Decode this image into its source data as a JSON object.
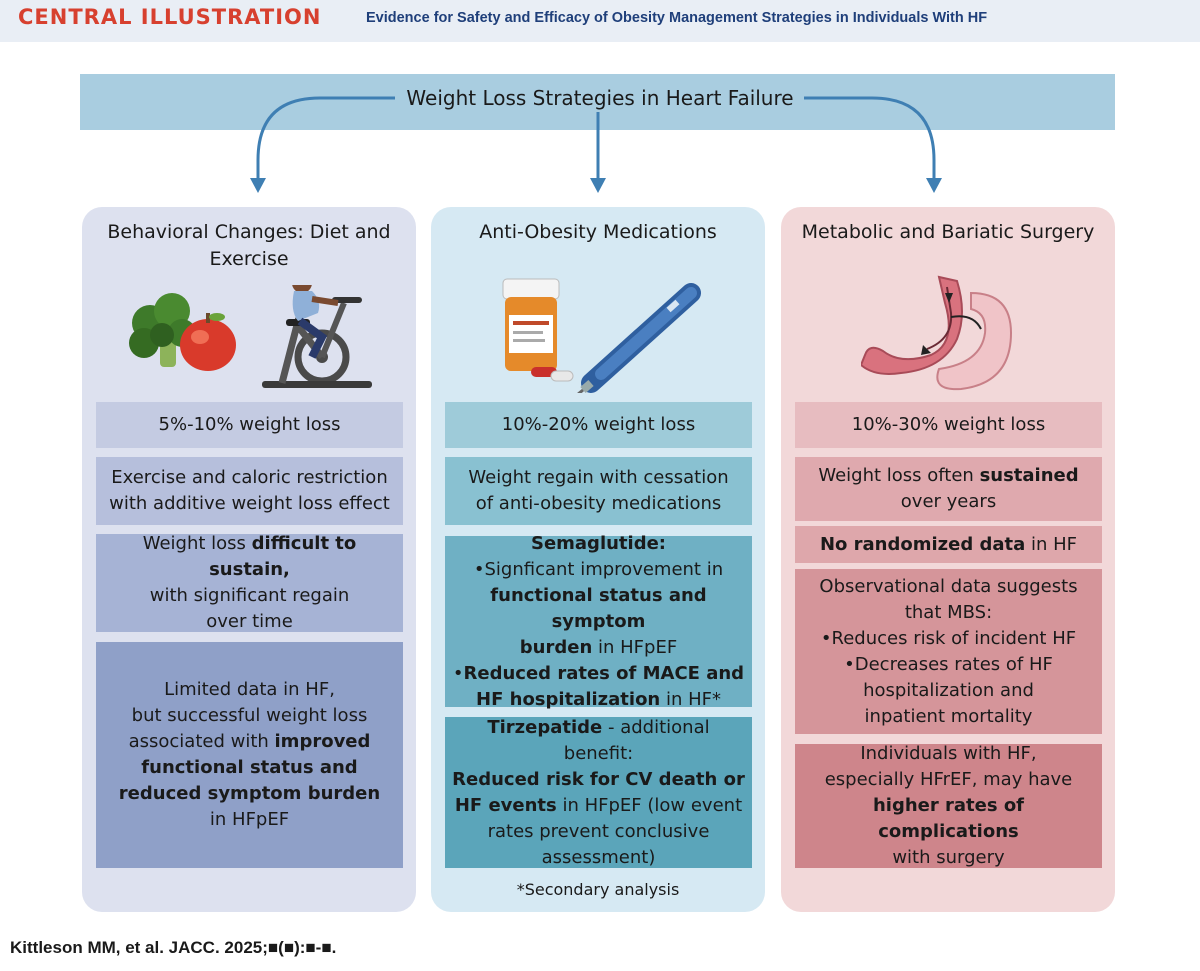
{
  "header": {
    "label": "CENTRAL ILLUSTRATION",
    "title": "Evidence for Safety and Efficacy of Obesity Management Strategies in Individuals With HF"
  },
  "banner": {
    "text": "Weight Loss Strategies in Heart Failure"
  },
  "columns": [
    {
      "title_lines": [
        "Behavioral Changes:",
        "Diet and Exercise"
      ],
      "icons": [
        "broccoli-icon",
        "apple-icon",
        "exercise-bike-icon"
      ],
      "boxes": [
        {
          "text": "5%-10% weight loss"
        },
        {
          "lines": [
            "Exercise and caloric restriction",
            "with additive weight loss effect"
          ]
        },
        {
          "pre": "Weight loss ",
          "bold": "difficult to sustain,",
          "post_lines": [
            "with significant regain",
            "over time"
          ]
        },
        {
          "lines": [
            "Limited data in HF,",
            "but successful weight loss",
            "associated with "
          ],
          "bold_lines": [
            "improved",
            "functional status and",
            "reduced symptom burden"
          ],
          "tail": "in HFpEF"
        }
      ]
    },
    {
      "title_lines": [
        "Anti-Obesity",
        "Medications"
      ],
      "icons": [
        "pill-bottle-icon",
        "injection-pen-icon"
      ],
      "boxes": [
        {
          "text": "10%-20% weight loss"
        },
        {
          "lines": [
            "Weight regain with cessation",
            "of anti-obesity medications"
          ]
        },
        {
          "heading": "Semaglutide:",
          "bullet1_pre": "Signficant improvement in",
          "bullet1_bold": "functional status and symptom",
          "bullet1_bold2": "burden",
          "bullet1_post": " in HFpEF",
          "bullet2_bold": "Reduced rates of MACE and",
          "bullet2_bold2": "HF hospitalization",
          "bullet2_post": " in HF*"
        },
        {
          "heading": "Tirzepatide",
          "heading_post": " - additional benefit:",
          "bold1": "Reduced risk for CV death or",
          "bold2": "HF events",
          "post2": " in HFpEF (low event",
          "lines": [
            "rates prevent conclusive",
            "assessment)"
          ]
        }
      ],
      "footnote": "*Secondary analysis"
    },
    {
      "title_lines": [
        "Metabolic and Bariatic",
        "Surgery"
      ],
      "icons": [
        "stomach-icon"
      ],
      "boxes": [
        {
          "text": "10%-30% weight loss"
        },
        {
          "pre": "Weight loss often ",
          "bold": "sustained",
          "post_lines": [
            "over years"
          ]
        },
        {
          "bold": "No randomized data",
          "post": " in HF"
        },
        {
          "lines": [
            "Observational data suggests",
            "that MBS:"
          ],
          "bullets": [
            "Reduces risk of incident HF",
            "Decreases rates of HF",
            "hospitalization and",
            "inpatient mortality"
          ]
        },
        {
          "lines": [
            "Individuals with HF,",
            "especially HFrEF, may have"
          ],
          "bold": "higher rates of complications",
          "tail": "with surgery"
        }
      ]
    }
  ],
  "citation": "Kittleson MM, et al. JACC. 2025;■(■):■-■.",
  "colors": {
    "header_label": "#d7402f",
    "header_title": "#1f3f7a",
    "banner": "#a9cde0",
    "arrow": "#3f7fb3"
  }
}
